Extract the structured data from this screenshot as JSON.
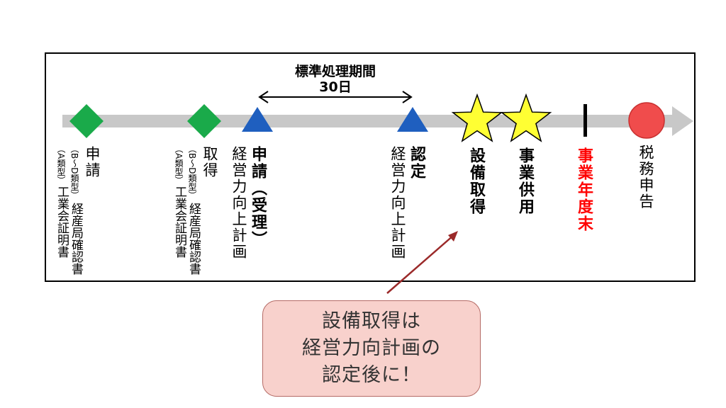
{
  "header": {
    "period_label": "標準処理期間",
    "days_label": "30日"
  },
  "steps": {
    "apply_main": "申請",
    "apply_tiny": "（A類型）",
    "apply_cert": "工業会証明書",
    "apply_tiny2": "（B～D類型）",
    "apply_cert2": "経産局確認書",
    "acquire_main": "取得",
    "acquire_tiny": "（A類型）",
    "acquire_cert": "工業会証明書",
    "acquire_tiny2": "（B～D類型）",
    "acquire_cert2": "経産局確認書",
    "plan_apply_sub": "経営力向上計画",
    "plan_apply_main": "申請（受理）",
    "plan_cert_sub": "経営力向上計画",
    "plan_cert_main": "認定",
    "equipment": "設備取得",
    "business_use": "事業供用",
    "fiscal_end": "事業年度末",
    "tax": "税務申告"
  },
  "callout": {
    "line1": "設備取得は",
    "line2": "経営力向計画の",
    "line3": "認定後に！"
  },
  "colors": {
    "arrow": "#c8c8c8",
    "diamond": "#1aaa4a",
    "triangle": "#1f5fbf",
    "star": "#ffff33",
    "circle": "#f04c4c",
    "fiscal_end": "#ff0000",
    "callout_line": "#9b2a2a"
  }
}
